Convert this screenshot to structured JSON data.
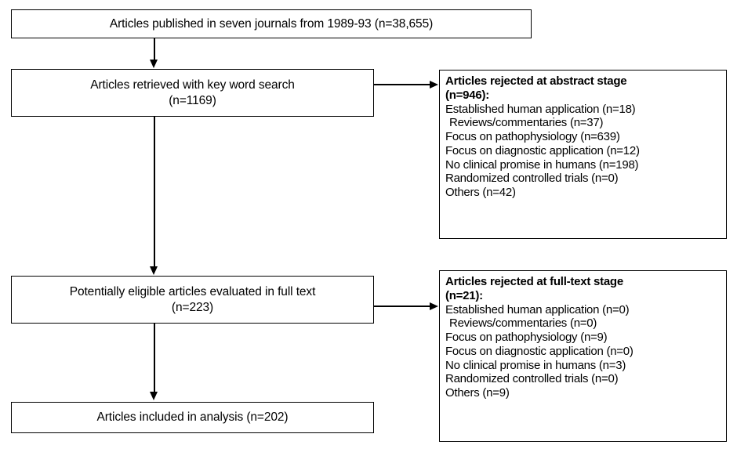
{
  "flow": {
    "boxes": [
      {
        "id": "published",
        "line1": "Articles published in seven journals from 1989-93 (n=38,655)",
        "line2": ""
      },
      {
        "id": "retrieved",
        "line1": "Articles retrieved with key word search",
        "line2": "(n=1169)"
      },
      {
        "id": "eligible",
        "line1": "Potentially eligible articles evaluated in full text",
        "line2": "(n=223)"
      },
      {
        "id": "included",
        "line1": "Articles included in analysis (n=202)",
        "line2": ""
      }
    ]
  },
  "rejections": {
    "abstract": {
      "title_line1": "Articles rejected at abstract stage",
      "title_line2": "(n=946):",
      "items": [
        "Established human application (n=18)",
        "Reviews/commentaries (n=37)",
        "Focus on pathophysiology (n=639)",
        "Focus on diagnostic application (n=12)",
        "No clinical promise in humans (n=198)",
        "Randomized controlled trials (n=0)",
        "Others (n=42)"
      ]
    },
    "fulltext": {
      "title_line1": "Articles rejected at full-text stage",
      "title_line2": "(n=21):",
      "items": [
        "Established human application (n=0)",
        "Reviews/commentaries (n=0)",
        "Focus on pathophysiology (n=9)",
        "Focus on diagnostic application (n=0)",
        "No clinical promise in humans (n=3)",
        "Randomized controlled trials (n=0)",
        "Others (n=9)"
      ]
    }
  },
  "colors": {
    "stroke": "#000000",
    "background": "#ffffff",
    "text": "#000000"
  }
}
